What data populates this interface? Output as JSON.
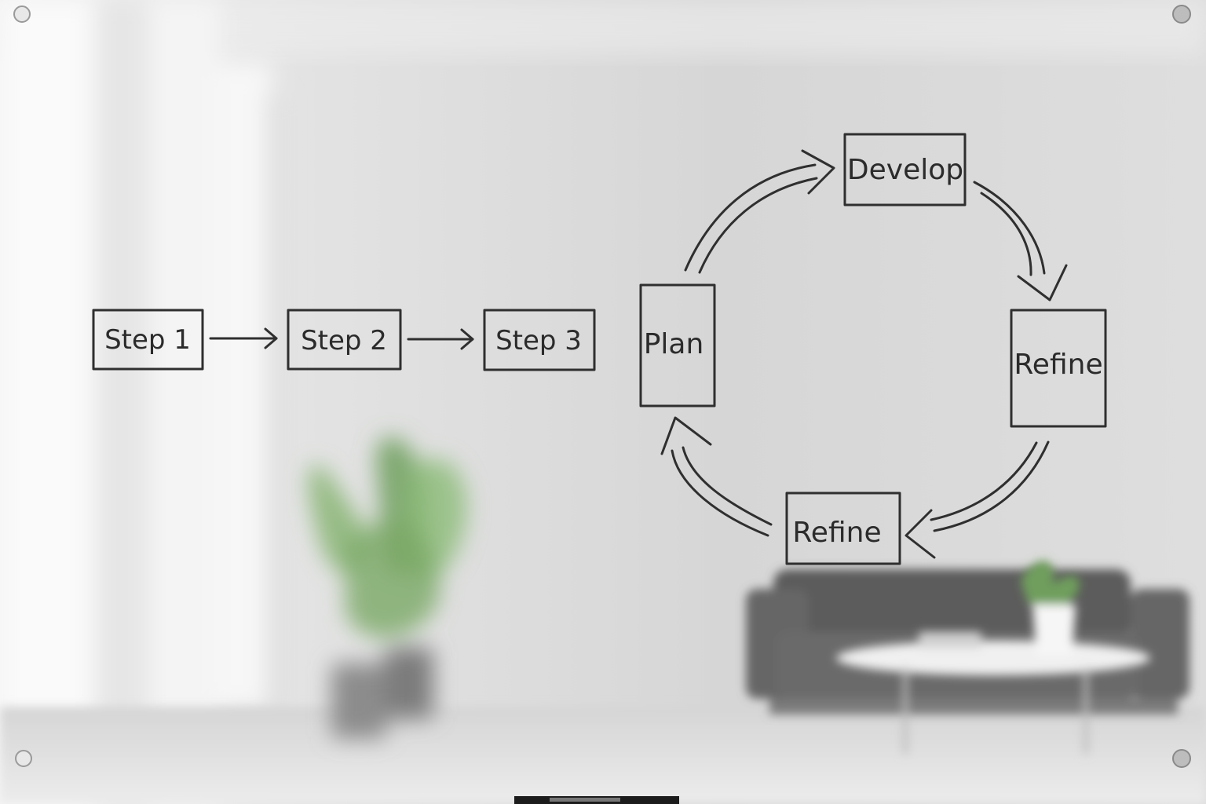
{
  "colors": {
    "ink": "#2f2f2f",
    "wall": "#d9d9d9",
    "plant": "#7fae6a",
    "sofa": "#5f5f5f"
  },
  "linear_flow": {
    "steps": [
      {
        "label": "Step 1"
      },
      {
        "label": "Step 2"
      },
      {
        "label": "Step 3"
      }
    ]
  },
  "cycle": {
    "nodes": {
      "plan": "Plan",
      "develop": "Develop",
      "refine_right": "Refine",
      "refine_bottom": "Refine"
    }
  },
  "icons": {
    "glass_mount": "glass-mount-icon",
    "marker": "marker-icon"
  }
}
